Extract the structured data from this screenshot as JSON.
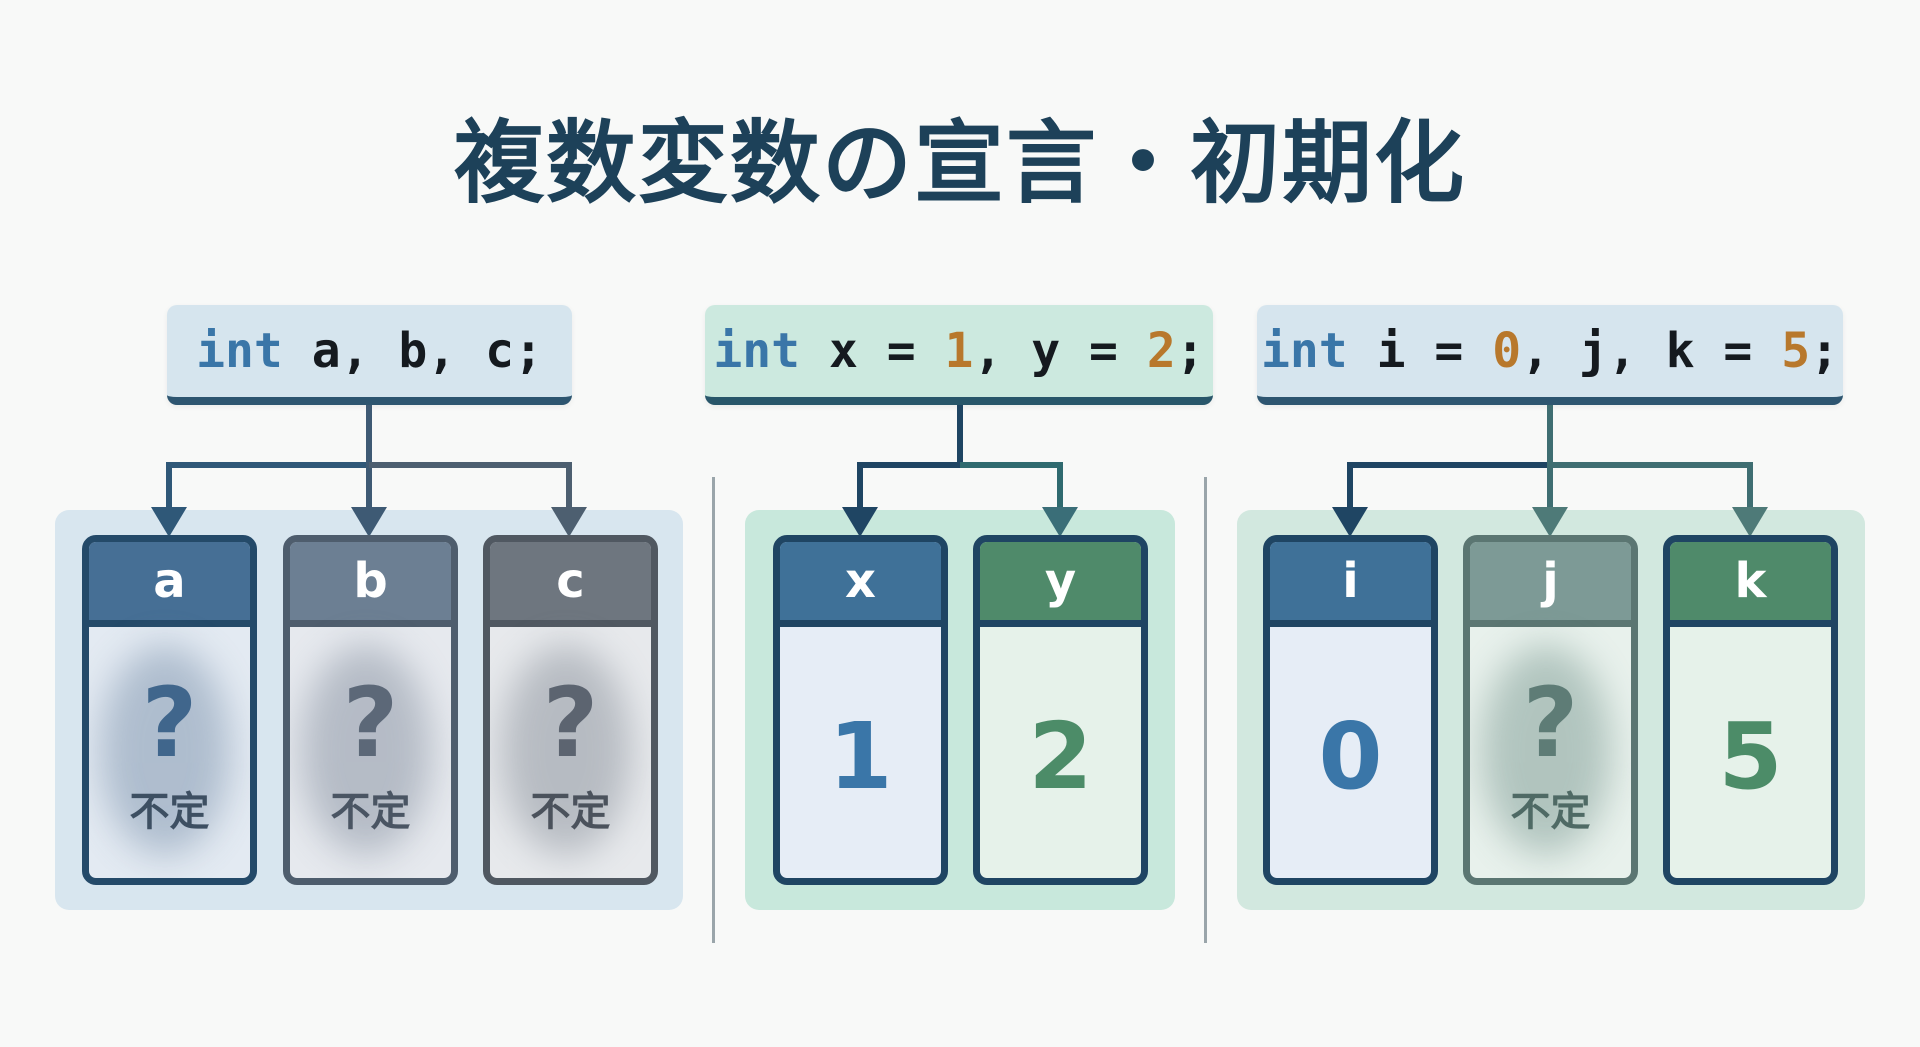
{
  "title": "複数変数の宣言・初期化",
  "groups": [
    {
      "code": {
        "keyword": "int",
        "parts": [
          " a, b, c;"
        ]
      },
      "variables": [
        {
          "name": "a",
          "value": null,
          "unknown_mark": "?",
          "unknown_label": "不定",
          "header_color": "#466f95",
          "border_color": "#244a69",
          "mark_color": "#40668c"
        },
        {
          "name": "b",
          "value": null,
          "unknown_mark": "?",
          "unknown_label": "不定",
          "header_color": "#6c7f93",
          "border_color": "#4e5d6d",
          "mark_color": "#5c6878"
        },
        {
          "name": "c",
          "value": null,
          "unknown_mark": "?",
          "unknown_label": "不定",
          "header_color": "#6e767f",
          "border_color": "#505861",
          "mark_color": "#5c6470"
        }
      ]
    },
    {
      "code": {
        "keyword": "int",
        "tokens": [
          {
            "t": " x = ",
            "k": "plain"
          },
          {
            "t": "1",
            "k": "num"
          },
          {
            "t": ", y = ",
            "k": "plain"
          },
          {
            "t": "2",
            "k": "num"
          },
          {
            "t": ";",
            "k": "plain"
          }
        ]
      },
      "variables": [
        {
          "name": "x",
          "value": "1",
          "header_color": "#3f7198",
          "border_color": "#1f4563",
          "value_color": "#3a76a8",
          "body_color": "#e6edf6"
        },
        {
          "name": "y",
          "value": "2",
          "header_color": "#4f8a6a",
          "border_color": "#1f4563",
          "value_color": "#4c8c68",
          "body_color": "#e6f2ea"
        }
      ]
    },
    {
      "code": {
        "keyword": "int",
        "tokens": [
          {
            "t": " i = ",
            "k": "plain"
          },
          {
            "t": "0",
            "k": "num"
          },
          {
            "t": ", j, k = ",
            "k": "plain"
          },
          {
            "t": "5",
            "k": "num"
          },
          {
            "t": ";",
            "k": "plain"
          }
        ]
      },
      "variables": [
        {
          "name": "i",
          "value": "0",
          "header_color": "#3f7198",
          "border_color": "#1f4563",
          "value_color": "#3a76a8",
          "body_color": "#e6edf6"
        },
        {
          "name": "j",
          "value": null,
          "unknown_mark": "?",
          "unknown_label": "不定",
          "header_color": "#7d9a96",
          "border_color": "#5b7672",
          "mark_color": "#5e7c76",
          "body_color": "#e8f1ec"
        },
        {
          "name": "k",
          "value": "5",
          "header_color": "#4f8a6a",
          "border_color": "#1f4563",
          "value_color": "#4c8c68",
          "body_color": "#e6f2ea"
        }
      ]
    }
  ],
  "colors": {
    "title": "#1d4159",
    "keyword": "#3a76a8",
    "number_literal": "#b8782c",
    "divider": "#9aa5aa"
  }
}
